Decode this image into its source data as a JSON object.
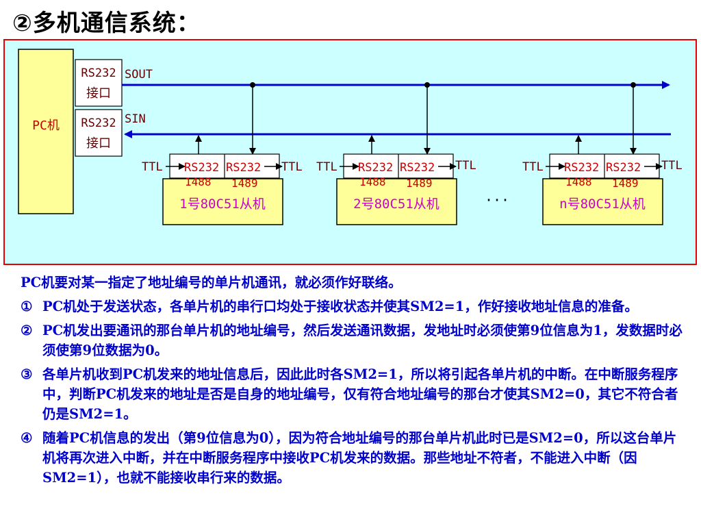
{
  "title": "②多机通信系统：",
  "diagram": {
    "pc_label": "PC机",
    "rs232_if_1_line1": "RS232",
    "rs232_if_1_line2": "接口",
    "rs232_if_2_line1": "RS232",
    "rs232_if_2_line2": "接口",
    "sout_label": "SOUT",
    "sin_label": "SIN",
    "ellipsis": "···",
    "slaves": [
      {
        "name": "1号80C51从机",
        "ttl_left": "TTL",
        "ttl_right": "TTL",
        "rs232_left": "RS232",
        "rs232_right": "RS232",
        "chip_left": "1488",
        "chip_right": "1489"
      },
      {
        "name": "2号80C51从机",
        "ttl_left": "TTL",
        "ttl_right": "TTL",
        "rs232_left": "RS232",
        "rs232_right": "RS232",
        "chip_left": "1488",
        "chip_right": "1489"
      },
      {
        "name": "n号80C51从机",
        "ttl_left": "TTL",
        "ttl_right": "TTL",
        "rs232_left": "RS232",
        "rs232_right": "RS232",
        "chip_left": "1488",
        "chip_right": "1489"
      }
    ],
    "colors": {
      "panel_bg": "#ccffff",
      "panel_border": "#e60000",
      "bus": "#0000cc",
      "box_bg": "#ffff99",
      "text_red": "#cc0000",
      "text_dark": "#660000"
    }
  },
  "text": {
    "intro": "PC机要对某一指定了地址编号的单片机通讯，就必须作好联络。",
    "items": [
      {
        "marker": "①",
        "text": "PC机处于发送状态，各单片机的串行口均处于接收状态并使其SM2=1，作好接收地址信息的准备。"
      },
      {
        "marker": "②",
        "text": "PC机发出要通讯的那台单片机的地址编号，然后发送通讯数据，发地址时必须使第9位信息为1，发数据时必须使第9位数据为0。"
      },
      {
        "marker": "③",
        "text": "各单片机收到PC机发来的地址信息后，因此此时各SM2=1，所以将引起各单片机的中断。在中断服务程序中，判断PC机发来的地址是否是自身的地址编号，仅有符合地址编号的那台才使其SM2=0，其它不符合者仍是SM2=1。"
      },
      {
        "marker": "④",
        "text": "随着PC机信息的发出（第9位信息为0），因为符合地址编号的那台单片机此时已是SM2=0，所以这台单片机将再次进入中断，并在中断服务程序中接收PC机发来的数据。那些地址不符者，不能进入中断（因SM2=1），也就不能接收串行来的数据。"
      }
    ]
  }
}
